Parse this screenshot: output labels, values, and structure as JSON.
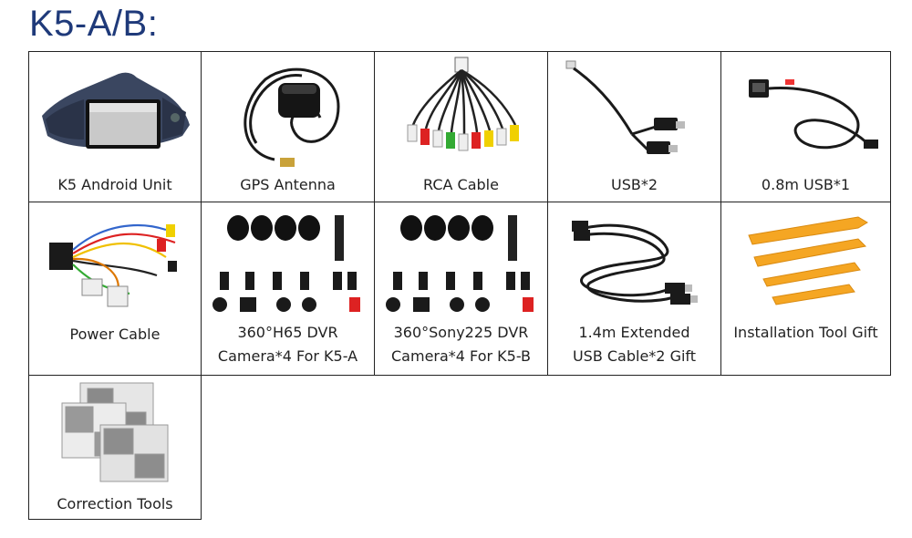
{
  "title": "K5-A/B:",
  "colors": {
    "title": "#1f3a7a",
    "border": "#222222",
    "tool_orange": "#f5a623",
    "cable_black": "#1a1a1a"
  },
  "items": [
    {
      "label": "K5 Android Unit",
      "icon": "android-unit-icon"
    },
    {
      "label": "GPS Antenna",
      "icon": "gps-antenna-icon"
    },
    {
      "label": "RCA Cable",
      "icon": "rca-cable-icon"
    },
    {
      "label": "USB*2",
      "icon": "usb-cable-icon"
    },
    {
      "label": "0.8m USB*1",
      "icon": "usb-cable-icon"
    },
    {
      "label": "Power Cable",
      "icon": "power-cable-icon"
    },
    {
      "label": "360°H65 DVR",
      "label2": "Camera*4 For K5-A",
      "icon": "dvr-camera-kit-icon"
    },
    {
      "label": "360°Sony225 DVR",
      "label2": "Camera*4 For K5-B",
      "icon": "dvr-camera-kit-icon"
    },
    {
      "label": "1.4m Extended",
      "label2": "USB Cable*2 Gift",
      "icon": "extended-usb-cable-icon"
    },
    {
      "label": "Installation Tool Gift",
      "icon": "installation-tool-icon"
    },
    {
      "label": "Correction Tools",
      "icon": "correction-cloth-icon"
    }
  ]
}
